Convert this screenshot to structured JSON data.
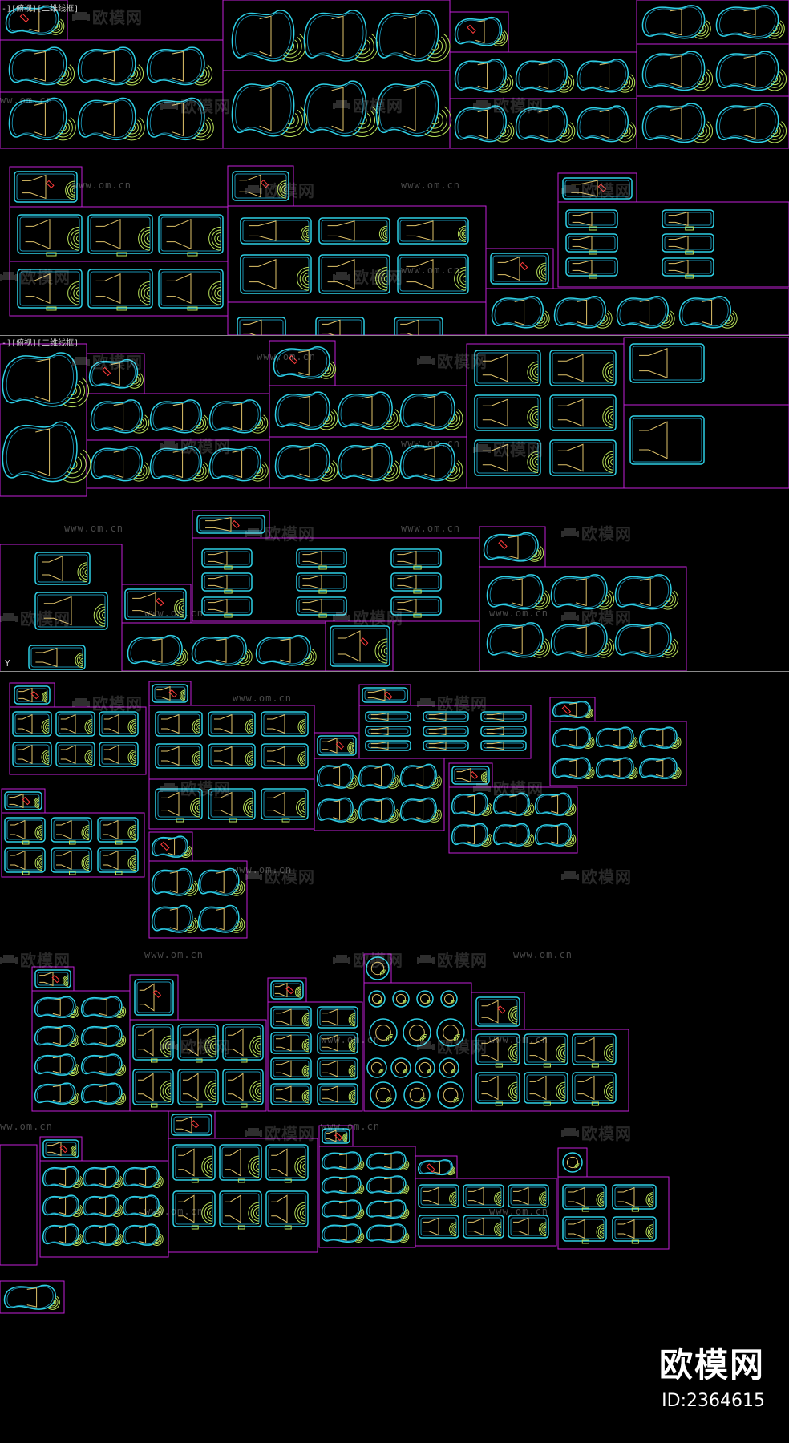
{
  "viewports": [
    {
      "label": "-][俯视][二维线框]"
    },
    {
      "label": "-][俯视][二维线框]"
    }
  ],
  "ucs_label": "Y",
  "watermark": {
    "text": "欧模网",
    "url": "www.om.cn",
    "url_partial": "ww.om.cn",
    "icon": "sofa-icon"
  },
  "brand": {
    "name": "欧模网",
    "id_label": "ID:2364615"
  },
  "colors": {
    "background": "#000000",
    "frame": "#c21fd8",
    "pool_outline": "#2ed0e6",
    "pool_inner": "#1a8fb0",
    "steps": "#e0c36a",
    "seats": "#b8e05a",
    "stair_green": "#6ed96a",
    "marker": "#ff3b3b",
    "separator": "#8a8a8a"
  }
}
